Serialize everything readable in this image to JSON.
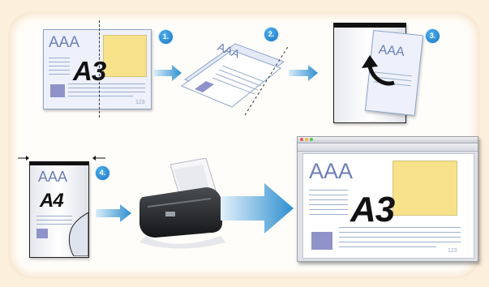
{
  "steps": {
    "one": {
      "badge": "1.",
      "heading": "AAA",
      "big_label": "A3",
      "page_number": "123"
    },
    "two": {
      "badge": "2.",
      "heading": "AAA"
    },
    "three": {
      "badge": "3.",
      "heading": "AAA"
    },
    "four": {
      "badge": "4.",
      "heading": "AAA",
      "big_label": "A4"
    }
  },
  "result": {
    "heading": "AAA",
    "big_label": "A3",
    "page_number": "123"
  },
  "colors": {
    "arrow": "#2e8fd0",
    "badge": "#1f7ac8",
    "yellow_block": "#f7e28a",
    "text_heading": "#6d7fb8"
  }
}
